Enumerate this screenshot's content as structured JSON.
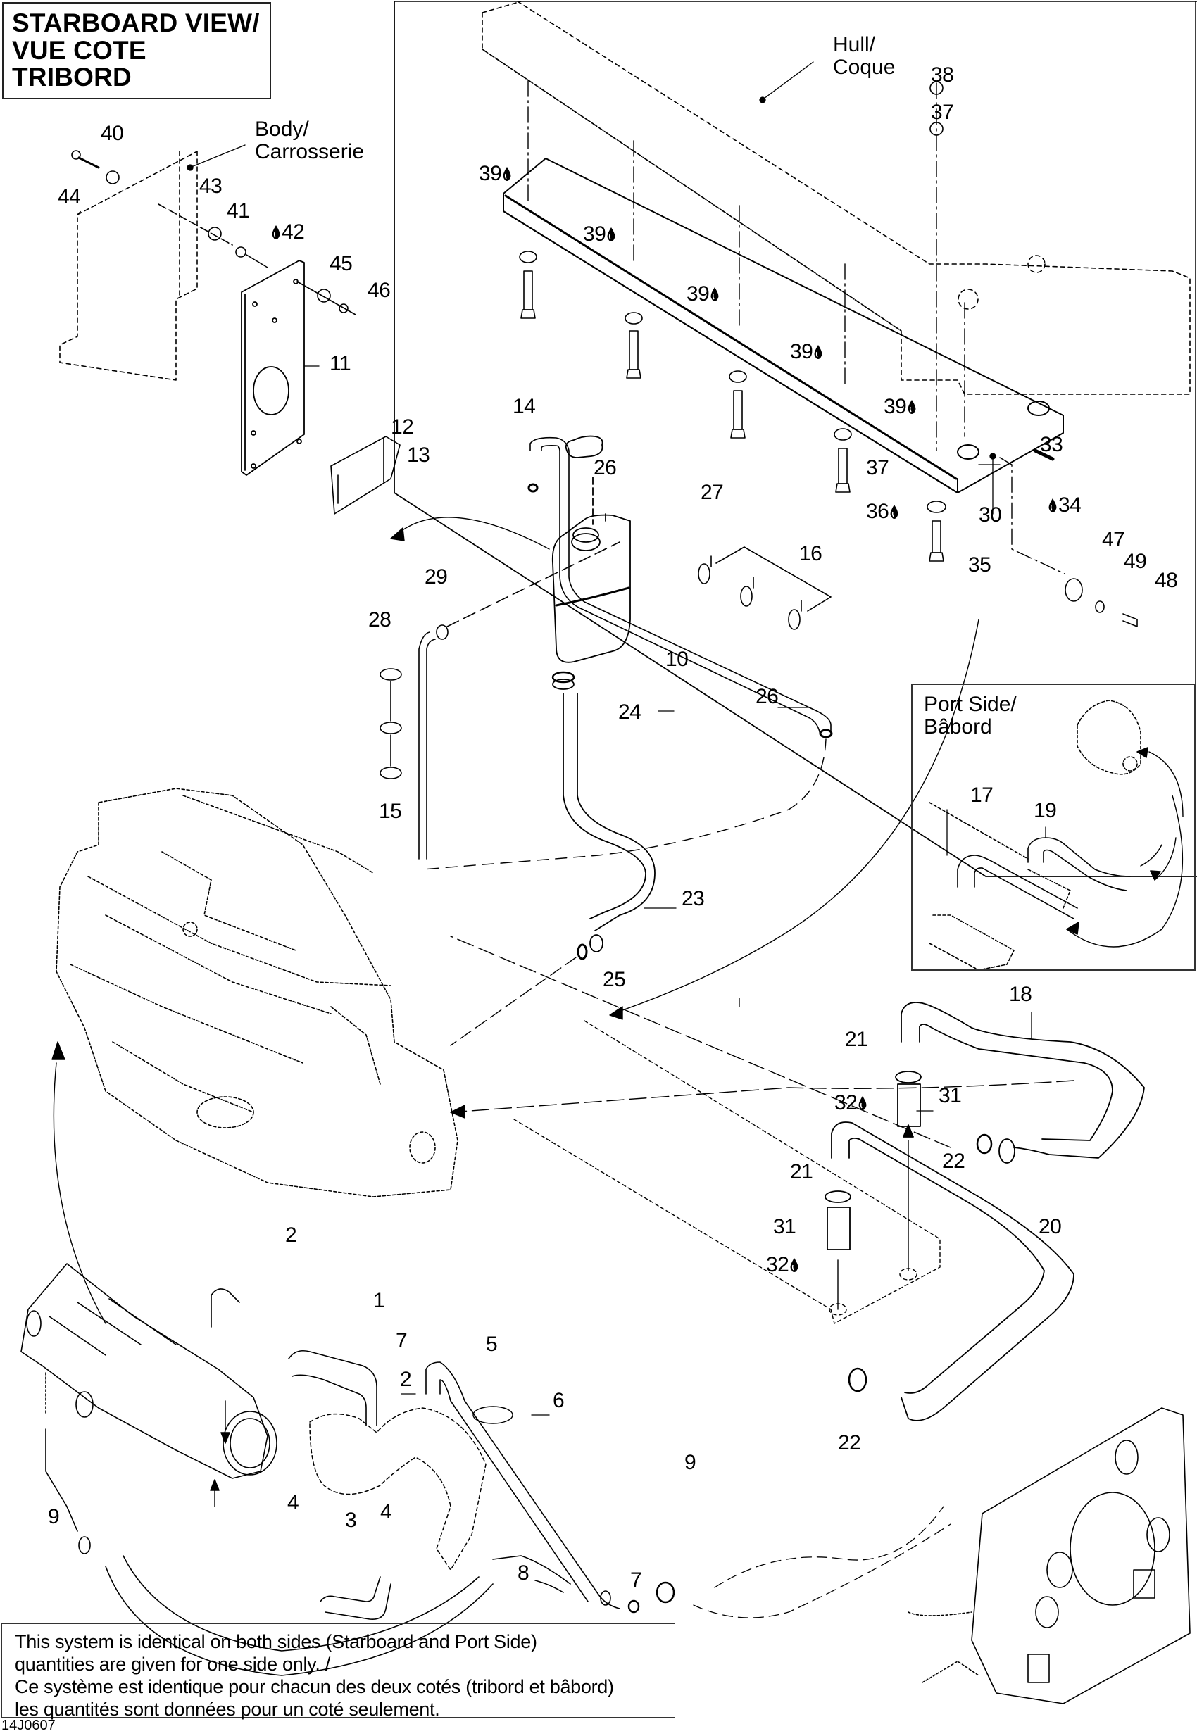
{
  "title": {
    "line1": "STARBOARD VIEW/",
    "line2": "VUE COTE TRIBORD"
  },
  "regions": {
    "hull": {
      "line1": "Hull/",
      "line2": "Coque"
    },
    "body": {
      "line1": "Body/",
      "line2": "Carrosserie"
    },
    "port_side": {
      "line1": "Port Side/",
      "line2": "Bâbord"
    }
  },
  "callouts": {
    "p1": "1",
    "p2a": "2",
    "p2b": "2",
    "p3": "3",
    "p4a": "4",
    "p4b": "4",
    "p5": "5",
    "p6": "6",
    "p7a": "7",
    "p7b": "7",
    "p8": "8",
    "p9a": "9",
    "p9b": "9",
    "p10": "10",
    "p11": "11",
    "p12": "12",
    "p13": "13",
    "p14": "14",
    "p15": "15",
    "p16": "16",
    "p17": "17",
    "p18": "18",
    "p19": "19",
    "p20": "20",
    "p21a": "21",
    "p21b": "21",
    "p22a": "22",
    "p22b": "22",
    "p23": "23",
    "p24": "24",
    "p25": "25",
    "p26a": "26",
    "p26b": "26",
    "p27": "27",
    "p28": "28",
    "p29": "29",
    "p30": "30",
    "p31a": "31",
    "p31b": "31",
    "p32a": "32",
    "p32b": "32",
    "p33": "33",
    "p34": "34",
    "p35": "35",
    "p36": "36",
    "p37a": "37",
    "p37b": "37",
    "p38": "38",
    "p39a": "39",
    "p39b": "39",
    "p39c": "39",
    "p39d": "39",
    "p39e": "39",
    "p40": "40",
    "p41": "41",
    "p42": "42",
    "p43": "43",
    "p44": "44",
    "p45": "45",
    "p46": "46",
    "p47": "47",
    "p48": "48",
    "p49": "49"
  },
  "legend_icons": {
    "sealant_drop": "liquid-drop-icon"
  },
  "note": {
    "line1": "This system is identical on both sides (Starboard and Port Side)",
    "line2": "quantities are given for one side only. /",
    "line3": "Ce système est identique pour chacun des deux cotés (tribord et bâbord)",
    "line4": "les quantités sont données pour un coté seulement."
  },
  "figure_code": "14J0607"
}
